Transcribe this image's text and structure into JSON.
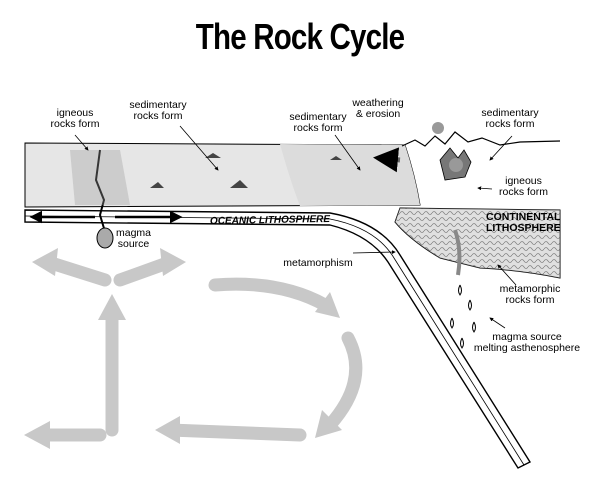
{
  "title": "The Rock Cycle",
  "labels": {
    "igneous_left": "igneous\nrocks form",
    "sedimentary_1": "sedimentary\nrocks form",
    "sedimentary_2": "sedimentary\nrocks form",
    "weathering": "weathering\n& erosion",
    "sedimentary_3": "sedimentary\nrocks form",
    "igneous_right": "igneous\nrocks form",
    "magma_source": "magma\nsource",
    "metamorphism": "metamorphism",
    "metamorphic": "metamorphic\nrocks form",
    "magma_melting": "magma source\nmelting asthenosphere"
  },
  "plates": {
    "oceanic": "OCEANIC LITHOSPHERE",
    "continental": "CONTINENTAL\nLITHOSPHERE"
  }
}
